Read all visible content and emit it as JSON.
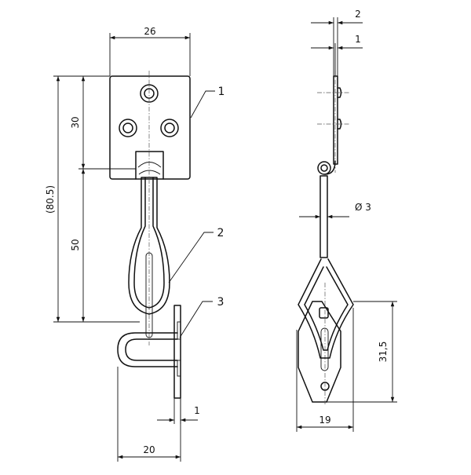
{
  "dimensions": {
    "front_width": "26",
    "front_plate_height": "30",
    "front_total_height": "(80.5)",
    "front_link_length": "50",
    "front_staple_thickness": "1",
    "front_staple_width": "20",
    "side_thickness_outer": "2",
    "side_thickness_inner": "1",
    "side_wire_diameter": "Ø 3",
    "side_loop_height": "31,5",
    "side_loop_width": "19"
  },
  "callouts": [
    "1",
    "2",
    "3"
  ]
}
